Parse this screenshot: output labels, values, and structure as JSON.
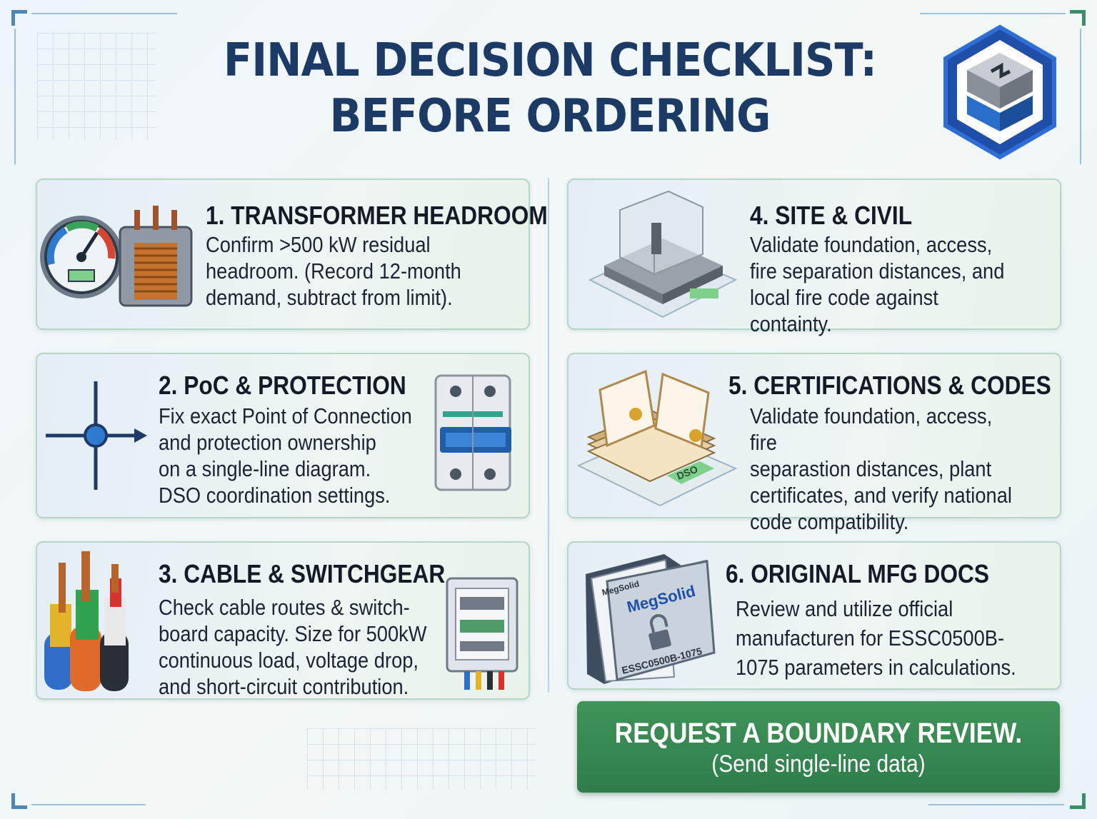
{
  "title": {
    "line1": "FINAL DECISION CHECKLIST:",
    "line2": "BEFORE ORDERING"
  },
  "logo": {
    "name": "hexagon-cube-logo"
  },
  "colors": {
    "title": "#1c3a66",
    "cta_background": "#3a8a52",
    "card_border": "#b8d6c8",
    "accent_blue": "#1e4f8c"
  },
  "items": [
    {
      "heading": "1. TRANSFORMER HEADROOM",
      "lines": [
        "Confirm >500 kW residual",
        "headroom. (Record 12-month",
        "demand, subtract from limit)."
      ],
      "icon": "transformer-gauge-icon"
    },
    {
      "heading": "2. PoC & PROTECTION",
      "lines": [
        "Fix exact Point of Connection",
        "and protection ownership",
        "on a single-line diagram.",
        "DSO coordination settings."
      ],
      "icon": "circuit-breaker-icon"
    },
    {
      "heading": "3. CABLE & SWITCHGEAR",
      "lines": [
        "Check cable routes & switch-",
        "board capacity. Size for 500kW",
        "continuous load, voltage drop,",
        "and short-circuit contribution."
      ],
      "icon": "cables-switchgear-icon"
    },
    {
      "heading": "4. SITE & CIVIL",
      "lines": [
        "Validate foundation, access,",
        "fire separation distances, and",
        "local fire code against containty."
      ],
      "icon": "foundation-container-icon"
    },
    {
      "heading": "5. CERTIFICATIONS & CODES",
      "lines": [
        "Validate foundation, access, fire",
        "separastion  distances, plant",
        "certificates, and verify national",
        "code compatibility."
      ],
      "icon": "certificates-icon",
      "icon_text": "DSO"
    },
    {
      "heading": "6. ORIGINAL MFG DOCS",
      "lines": [
        "Review and utilize official",
        "manufacturen for ESSC0500B-",
        "1075 parameters in calculations."
      ],
      "icon": "locked-folder-icon",
      "icon_text": {
        "tab": "MegSolid",
        "brand": "MegSolid",
        "model": "ESSC0500B-1075"
      }
    }
  ],
  "cta": {
    "label": "REQUEST A BOUNDARY REVIEW.",
    "sub": "(Send single-line data)"
  }
}
